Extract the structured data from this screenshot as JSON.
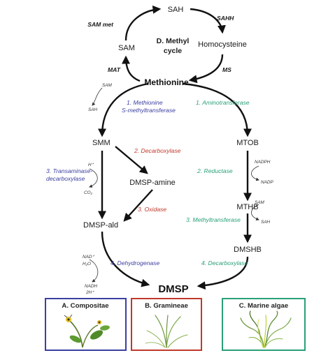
{
  "methyl_cycle": {
    "title_line1": "D. Methyl",
    "title_line2": "cycle",
    "nodes": {
      "sah": "SAH",
      "sam": "SAM",
      "homocysteine": "Homocysteine",
      "methionine": "Methionine"
    },
    "enzymes": {
      "sam_met": "SAM met",
      "sahh": "SAHH",
      "mat": "MAT",
      "ms": "MS"
    }
  },
  "blue_path": {
    "step1_line1": "1. Methionine",
    "step1_line2": "S-methyltransferase",
    "sam_in": "SAM",
    "sah_out": "SAH",
    "smm": "SMM",
    "step3_line1": "3. Transaminase-",
    "step3_line2": "decarboxylase",
    "h_in": "H⁺",
    "co2_out": "CO₂",
    "dmsp_ald": "DMSP-ald",
    "step4": "4. Dehydrogenase",
    "nad_in": "NAD⁺",
    "h2o_in": "H₂O",
    "nadh_out": "NADH",
    "h2_out": "2H⁺"
  },
  "red_path": {
    "step2": "2. Decarboxylase",
    "dmsp_amine": "DMSP-amine",
    "step3": "3. Oxidase"
  },
  "green_path": {
    "step1": "1. Aminotransferase",
    "mtob": "MTOB",
    "nadph_in": "NADPH",
    "step2": "2. Reductase",
    "nadp_out": "NADP",
    "mthb": "MTHB",
    "sam_in": "SAM",
    "step3": "3. Methyltransferase",
    "sah_out": "SAH",
    "dmshb": "DMSHB",
    "step4": "4. Decarboxylase"
  },
  "product": "DMSP",
  "boxes": [
    {
      "label": "A. Compositae",
      "color": "#3b3fa0"
    },
    {
      "label": "B. Gramineae",
      "color": "#c0392b"
    },
    {
      "label": "C. Marine algae",
      "color": "#2aa078"
    }
  ],
  "colors": {
    "blue": "#3b3fa0",
    "red": "#c0392b",
    "green": "#2aa078",
    "arrow": "#111111"
  }
}
